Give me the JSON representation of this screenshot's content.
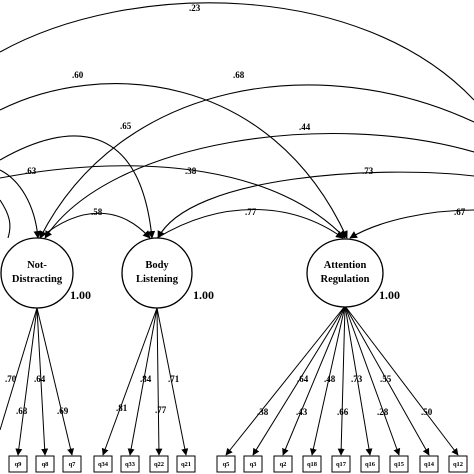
{
  "latents": [
    {
      "id": "nd",
      "lines": [
        "Not-",
        "Distracting"
      ],
      "variance": "1.00"
    },
    {
      "id": "bl",
      "lines": [
        "Body",
        "Listening"
      ],
      "variance": "1.00"
    },
    {
      "id": "ar",
      "lines": [
        "Attention",
        "Regulation"
      ],
      "variance": "1.00"
    }
  ],
  "covariances": [
    {
      "label": ".23"
    },
    {
      "label": ".60"
    },
    {
      "label": ".68"
    },
    {
      "label": ".65"
    },
    {
      "label": ".44"
    },
    {
      "label": ".63"
    },
    {
      "label": ".38"
    },
    {
      "label": ".73"
    },
    {
      "label": ".58"
    },
    {
      "label": ".77"
    },
    {
      "label": ".67"
    }
  ],
  "indicators": [
    {
      "label": "q9"
    },
    {
      "label": "q8"
    },
    {
      "label": "q7"
    },
    {
      "label": "q34"
    },
    {
      "label": "q33"
    },
    {
      "label": "q22"
    },
    {
      "label": "q21"
    },
    {
      "label": "q5"
    },
    {
      "label": "q3"
    },
    {
      "label": "q2"
    },
    {
      "label": "q18"
    },
    {
      "label": "q17"
    },
    {
      "label": "q16"
    },
    {
      "label": "q15"
    },
    {
      "label": "q14"
    },
    {
      "label": "q12"
    }
  ],
  "loadings": [
    {
      "label": ".70"
    },
    {
      "label": ".64"
    },
    {
      "label": ".68"
    },
    {
      "label": ".69"
    },
    {
      "label": ".84"
    },
    {
      "label": ".71"
    },
    {
      "label": ".81"
    },
    {
      "label": ".77"
    },
    {
      "label": ".64"
    },
    {
      "label": ".48"
    },
    {
      "label": ".73"
    },
    {
      "label": ".55"
    },
    {
      "label": ".38"
    },
    {
      "label": ".43"
    },
    {
      "label": ".66"
    },
    {
      "label": ".28"
    },
    {
      "label": ".50"
    }
  ]
}
